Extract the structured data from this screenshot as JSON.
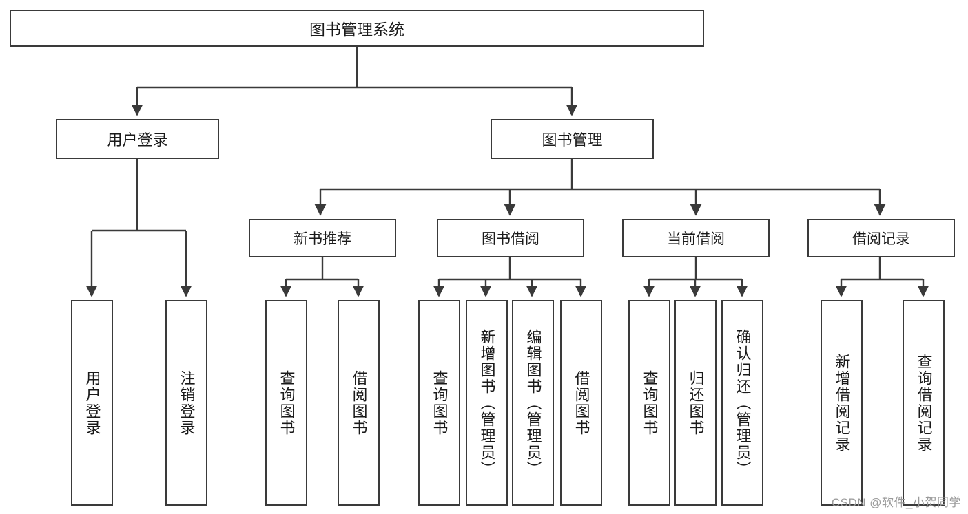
{
  "diagram": {
    "type": "tree-hierarchy",
    "title": "图书管理系统",
    "root": {
      "label": "图书管理系统"
    },
    "level2": [
      {
        "label": "用户登录"
      },
      {
        "label": "图书管理"
      }
    ],
    "level3": [
      {
        "label": "新书推荐"
      },
      {
        "label": "图书借阅"
      },
      {
        "label": "当前借阅"
      },
      {
        "label": "借阅记录"
      }
    ],
    "leaves": {
      "user_login": [
        {
          "label": "用户登录"
        },
        {
          "label": "注销登录"
        }
      ],
      "new_book_recommend": [
        {
          "label": "查询图书"
        },
        {
          "label": "借阅图书"
        }
      ],
      "book_borrow": [
        {
          "label": "查询图书"
        },
        {
          "label": "新增图书（管理员）"
        },
        {
          "label": "编辑图书（管理员）"
        },
        {
          "label": "借阅图书"
        }
      ],
      "current_borrow": [
        {
          "label": "查询图书"
        },
        {
          "label": "归还图书"
        },
        {
          "label": "确认归还（管理员）"
        }
      ],
      "borrow_record": [
        {
          "label": "新增借阅记录"
        },
        {
          "label": "查询借阅记录"
        }
      ]
    }
  },
  "watermark": {
    "text": "CSDN @软件_小贺同学"
  },
  "colors": {
    "stroke": "#3a3a3a",
    "text": "#1a1a1a",
    "background": "#ffffff",
    "watermark": "#9a9a9a"
  }
}
